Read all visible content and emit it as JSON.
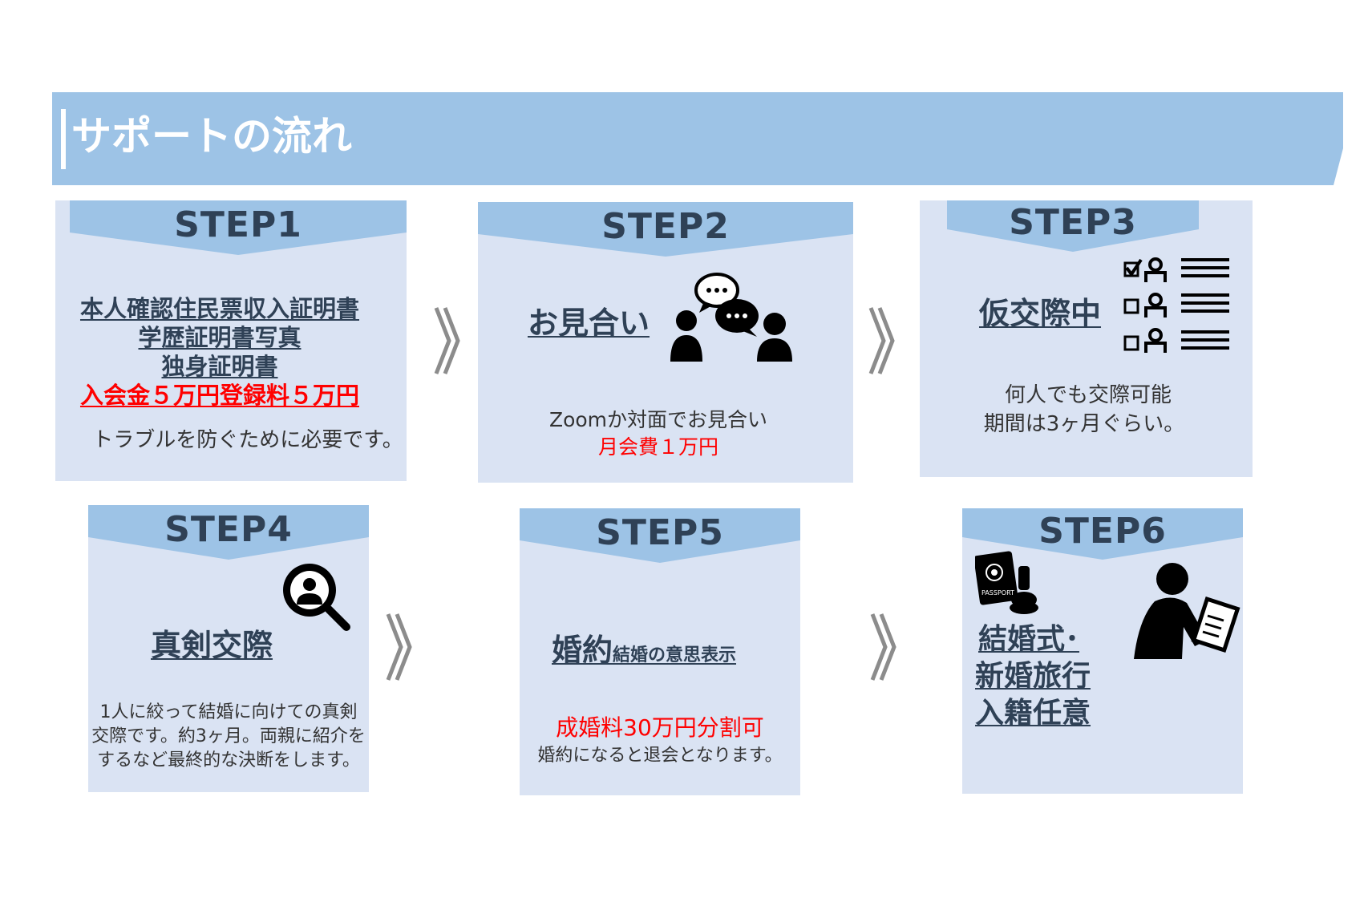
{
  "header": {
    "title": "サポートの流れ"
  },
  "steps": [
    {
      "label": "STEP1",
      "lines": [
        "本人確認住民票収入証明書",
        "学歴証明書写真",
        "独身証明書"
      ],
      "fee": "入会金５万円登録料５万円",
      "note": "トラブルを防ぐために必要です。"
    },
    {
      "label": "STEP2",
      "heading": "お見合い",
      "note": "Zoomか対面でお見合い",
      "fee": "月会費１万円",
      "icon": "meeting-chat-icon"
    },
    {
      "label": "STEP3",
      "heading": "仮交際中",
      "note_lines": [
        "何人でも交際可能",
        "期間は3ヶ月ぐらい。"
      ],
      "icon": "checklist-icon"
    },
    {
      "label": "STEP4",
      "heading": "真剣交際",
      "note_lines": [
        "1人に絞って結婚に向けての真剣",
        "交際です。約3ヶ月。両親に紹介を",
        "するなど最終的な決断をします。"
      ],
      "icon": "person-search-icon"
    },
    {
      "label": "STEP5",
      "heading": "婚約",
      "heading_sub": "結婚の意思表示",
      "fee": "成婚料30万円分割可",
      "note": "婚約になると退会となります。"
    },
    {
      "label": "STEP6",
      "heading_lines": [
        "結婚式･",
        "新婚旅行",
        "入籍任意"
      ],
      "icons": [
        "passport-stamp-icon",
        "person-document-icon"
      ]
    }
  ],
  "colors": {
    "banner": "#9dc3e6",
    "card": "#dae3f3",
    "step_head": "#9dc3e6",
    "heading": "#2f4156",
    "accent_red": "#ff0000"
  }
}
